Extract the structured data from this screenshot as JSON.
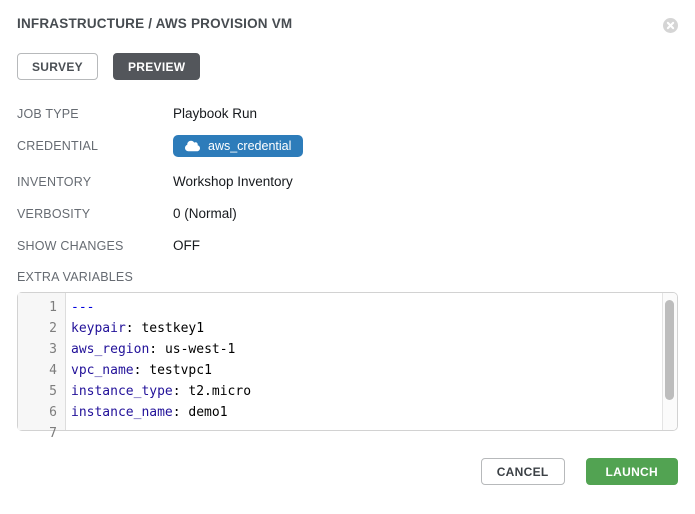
{
  "header": {
    "title": "INFRASTRUCTURE / AWS PROVISION VM"
  },
  "tabs": [
    {
      "label": "SURVEY",
      "active": false
    },
    {
      "label": "PREVIEW",
      "active": true
    }
  ],
  "details": [
    {
      "label": "JOB TYPE",
      "value": "Playbook Run"
    },
    {
      "label": "CREDENTIAL",
      "value": "aws_credential",
      "icon": "cloud-icon"
    },
    {
      "label": "INVENTORY",
      "value": "Workshop Inventory"
    },
    {
      "label": "VERBOSITY",
      "value": "0 (Normal)"
    },
    {
      "label": "SHOW CHANGES",
      "value": "OFF"
    }
  ],
  "extra_variables": {
    "label": "EXTRA VARIABLES",
    "lines": [
      {
        "n": "1",
        "m": "---",
        "k": "",
        "s": "",
        "v": ""
      },
      {
        "n": "2",
        "m": "",
        "k": "keypair",
        "s": ": ",
        "v": "testkey1"
      },
      {
        "n": "3",
        "m": "",
        "k": "aws_region",
        "s": ": ",
        "v": "us-west-1"
      },
      {
        "n": "4",
        "m": "",
        "k": "vpc_name",
        "s": ": ",
        "v": "testvpc1"
      },
      {
        "n": "5",
        "m": "",
        "k": "instance_type",
        "s": ": ",
        "v": "t2.micro"
      },
      {
        "n": "6",
        "m": "",
        "k": "instance_name",
        "s": ": ",
        "v": "demo1"
      },
      {
        "n": "7",
        "m": "",
        "k": "",
        "s": "",
        "v": ""
      }
    ]
  },
  "footer": {
    "cancel_label": "CANCEL",
    "launch_label": "LAUNCH"
  },
  "colors": {
    "badge_blue": "#2d7cba",
    "launch_green": "#52a352",
    "tab_active_bg": "#53565b",
    "yaml_key": "#221199",
    "yaml_doc_start": "#0000dd"
  }
}
